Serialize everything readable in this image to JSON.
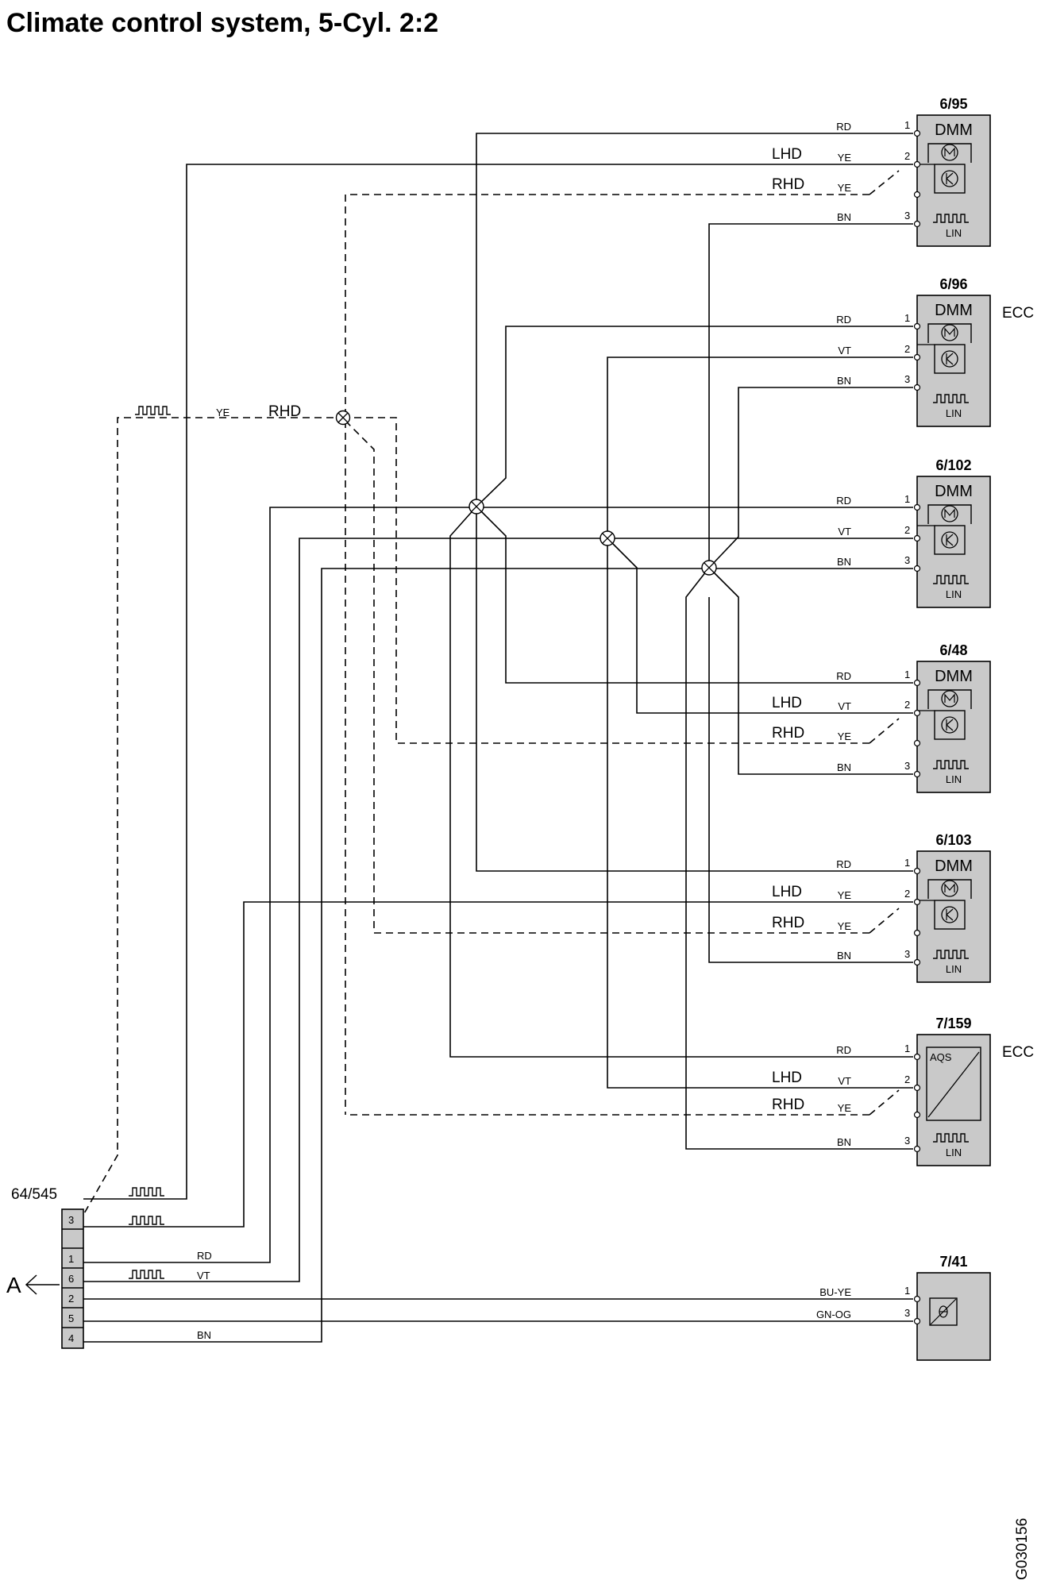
{
  "title": "Climate control system, 5-Cyl. 2:2",
  "doc_code": "G030156",
  "arrow_label": "A",
  "connector": {
    "id": "64/545",
    "pins": [
      "3",
      "",
      "1",
      "6",
      "2",
      "5",
      "4"
    ]
  },
  "wire_notes": {
    "top_ye": "YE",
    "top_rhd": "RHD",
    "c_rd": "RD",
    "c_vt": "VT",
    "c_bn": "BN"
  },
  "components": [
    {
      "id": "6/95",
      "label": "DMM",
      "lin": "LIN",
      "extra": "",
      "pins": [
        {
          "pin": "1",
          "color": "RD",
          "variant": ""
        },
        {
          "pin": "2",
          "color": "YE",
          "variant": "LHD"
        },
        {
          "pin": "",
          "color": "YE",
          "variant": "RHD"
        },
        {
          "pin": "3",
          "color": "BN",
          "variant": ""
        }
      ]
    },
    {
      "id": "6/96",
      "label": "DMM",
      "lin": "LIN",
      "extra": "ECC",
      "pins": [
        {
          "pin": "1",
          "color": "RD",
          "variant": ""
        },
        {
          "pin": "2",
          "color": "VT",
          "variant": ""
        },
        {
          "pin": "3",
          "color": "BN",
          "variant": ""
        }
      ]
    },
    {
      "id": "6/102",
      "label": "DMM",
      "lin": "LIN",
      "extra": "",
      "pins": [
        {
          "pin": "1",
          "color": "RD",
          "variant": ""
        },
        {
          "pin": "2",
          "color": "VT",
          "variant": ""
        },
        {
          "pin": "3",
          "color": "BN",
          "variant": ""
        }
      ]
    },
    {
      "id": "6/48",
      "label": "DMM",
      "lin": "LIN",
      "extra": "",
      "pins": [
        {
          "pin": "1",
          "color": "RD",
          "variant": ""
        },
        {
          "pin": "2",
          "color": "VT",
          "variant": "LHD"
        },
        {
          "pin": "",
          "color": "YE",
          "variant": "RHD"
        },
        {
          "pin": "3",
          "color": "BN",
          "variant": ""
        }
      ]
    },
    {
      "id": "6/103",
      "label": "DMM",
      "lin": "LIN",
      "extra": "",
      "pins": [
        {
          "pin": "1",
          "color": "RD",
          "variant": ""
        },
        {
          "pin": "2",
          "color": "YE",
          "variant": "LHD"
        },
        {
          "pin": "",
          "color": "YE",
          "variant": "RHD"
        },
        {
          "pin": "3",
          "color": "BN",
          "variant": ""
        }
      ]
    },
    {
      "id": "7/159",
      "label": "AQS",
      "lin": "LIN",
      "extra": "ECC",
      "pins": [
        {
          "pin": "1",
          "color": "RD",
          "variant": ""
        },
        {
          "pin": "2",
          "color": "VT",
          "variant": "LHD"
        },
        {
          "pin": "",
          "color": "YE",
          "variant": "RHD"
        },
        {
          "pin": "3",
          "color": "BN",
          "variant": ""
        }
      ]
    },
    {
      "id": "7/41",
      "label": "",
      "lin": "",
      "extra": "",
      "pins": [
        {
          "pin": "1",
          "color": "BU-YE",
          "variant": ""
        },
        {
          "pin": "3",
          "color": "GN-OG",
          "variant": ""
        }
      ]
    }
  ]
}
